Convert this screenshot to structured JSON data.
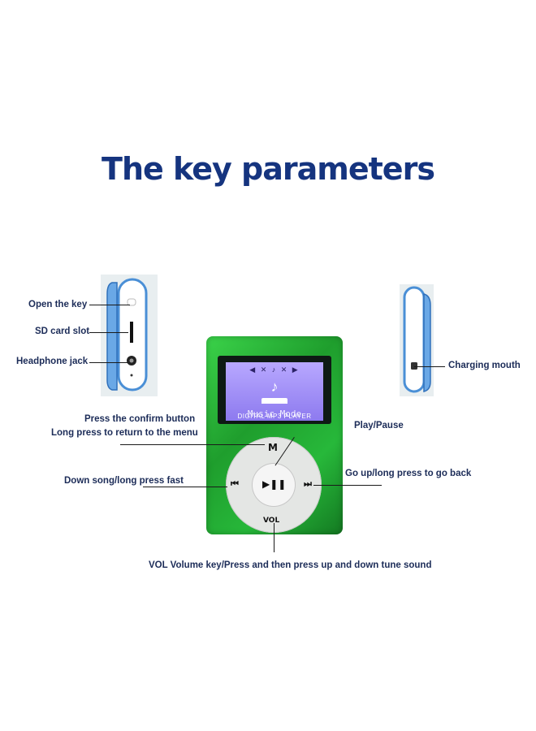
{
  "title": "The key parameters",
  "labels": {
    "open_key": "Open the key",
    "sd_slot": "SD card slot",
    "headphone": "Headphone jack",
    "charging": "Charging mouth",
    "confirm_line1": "Press the confirm button",
    "confirm_line2": "Long press to return to the menu",
    "play_pause": "Play/Pause",
    "down_song": "Down song/long press fast",
    "go_up": "Go up/long press to go back",
    "vol": "VOL Volume key/Press and then press up and down tune sound"
  },
  "device": {
    "screen_mode": "Music Mode",
    "caption": "DIGITAL MP3 PLAYER",
    "button_m": "M",
    "button_vol": "VOL",
    "button_play": "▶❚❚",
    "button_prev": "⏮",
    "button_next": "⏭",
    "music_note": "♪"
  },
  "colors": {
    "title": "#15347f",
    "body": "#2cbf3c",
    "screen": "#a897fb",
    "clip": "#4a8fd6"
  }
}
